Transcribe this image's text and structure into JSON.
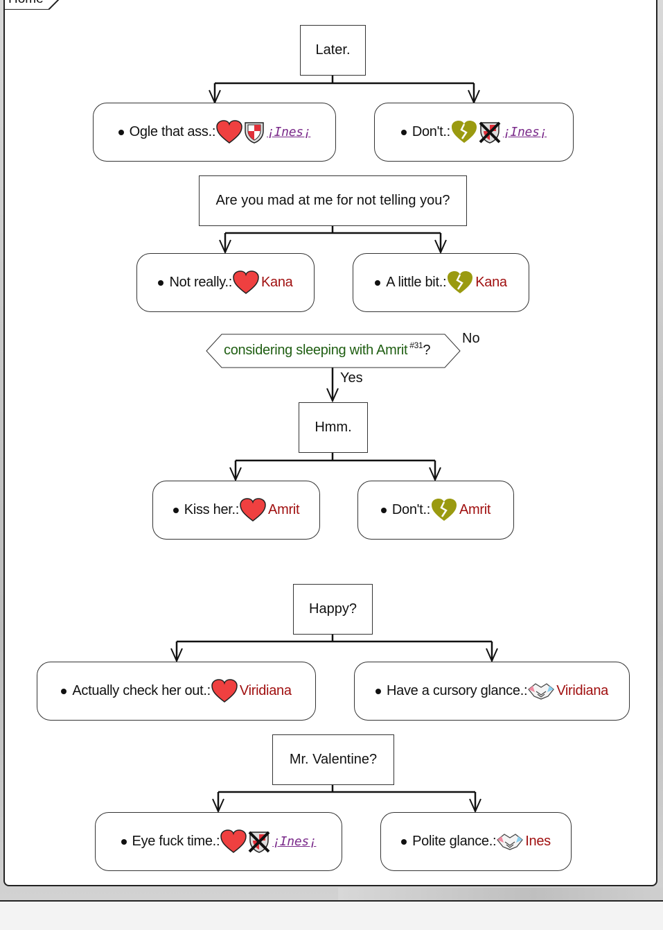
{
  "frame": {
    "tab_label": "Home"
  },
  "colors": {
    "heart": "#ef4040",
    "broken_heart": "#9a9a10",
    "character": "#a01010",
    "link": "#7a2a8a",
    "condition": "#1f5e12"
  },
  "nodes": {
    "later": "Later.",
    "mad": "Are you mad at me for not telling you?",
    "hmm": "Hmm.",
    "happy": "Happy?",
    "valentine": "Mr. Valentine?"
  },
  "choices": {
    "ogle": {
      "text": "Ogle that ass.:",
      "icons": [
        "heart-icon",
        "shield-icon"
      ],
      "character": "¡Ines¡"
    },
    "dont1": {
      "text": "Don't.:",
      "icons": [
        "broken-heart-icon",
        "crossed-shield-icon"
      ],
      "character": "¡Ines¡"
    },
    "not_really": {
      "text": "Not really.:",
      "icons": [
        "heart-icon"
      ],
      "character": "Kana"
    },
    "little_bit": {
      "text": "A little bit.:",
      "icons": [
        "broken-heart-icon"
      ],
      "character": "Kana"
    },
    "kiss": {
      "text": "Kiss her.:",
      "icons": [
        "heart-icon"
      ],
      "character": "Amrit"
    },
    "dont2": {
      "text": "Don't.:",
      "icons": [
        "broken-heart-icon"
      ],
      "character": "Amrit"
    },
    "check_out": {
      "text": "Actually check her out.:",
      "icons": [
        "heart-icon"
      ],
      "character": "Viridiana"
    },
    "cursory": {
      "text": "Have a cursory glance.:",
      "icons": [
        "handshake-icon"
      ],
      "character": "Viridiana"
    },
    "eye": {
      "text": "Eye fuck time.:",
      "icons": [
        "heart-icon",
        "crossed-shield-icon"
      ],
      "character": "¡Ines¡"
    },
    "polite": {
      "text": "Polite glance.:",
      "icons": [
        "handshake-icon"
      ],
      "character": "Ines"
    }
  },
  "condition": {
    "text": "considering sleeping with Amrit",
    "ref": "#31",
    "suffix": "?",
    "no_label": "No",
    "yes_label": "Yes"
  }
}
